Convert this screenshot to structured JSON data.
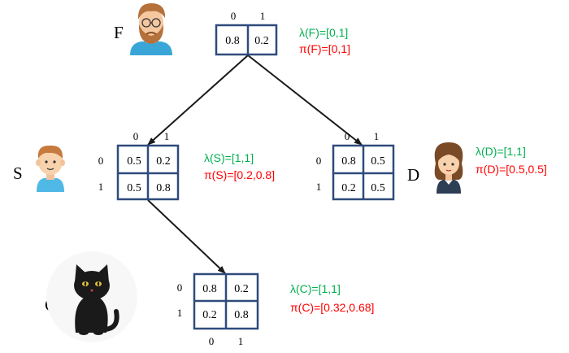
{
  "colors": {
    "matrix_border": "#2f4b7c",
    "lambda": "#00b050",
    "pi": "#ff0000",
    "arrow": "#1a1a1a"
  },
  "nodes": {
    "F": {
      "label": "F",
      "col_headers": [
        "0",
        "1"
      ],
      "cells": [
        [
          "0.8",
          "0.2"
        ]
      ],
      "lambda": "λ(F)=[0,1]",
      "pi": "π(F)=[0,1]",
      "icon": "man-beard-icon"
    },
    "S": {
      "label": "S",
      "col_headers": [
        "0",
        "1"
      ],
      "row_headers": [
        "0",
        "1"
      ],
      "cells": [
        [
          "0.5",
          "0.2"
        ],
        [
          "0.5",
          "0.8"
        ]
      ],
      "lambda": "λ(S)=[1,1]",
      "pi": "π(S)=[0.2,0.8]",
      "icon": "boy-icon"
    },
    "D": {
      "label": "D",
      "col_headers": [
        "0",
        "1"
      ],
      "row_headers": [
        "0",
        "1"
      ],
      "cells": [
        [
          "0.8",
          "0.5"
        ],
        [
          "0.2",
          "0.5"
        ]
      ],
      "lambda": "λ(D)=[1,1]",
      "pi": "π(D)=[0.5,0.5]",
      "icon": "girl-icon"
    },
    "C": {
      "label": "C",
      "col_headers": [
        "0",
        "1"
      ],
      "row_headers": [
        "0",
        "1"
      ],
      "cells": [
        [
          "0.8",
          "0.2"
        ],
        [
          "0.2",
          "0.8"
        ]
      ],
      "lambda": "λ(C)=[1,1]",
      "pi": "π(C)=[0.32,0.68]",
      "icon": "black-cat-icon"
    }
  },
  "edges": [
    {
      "from": "F",
      "to": "S"
    },
    {
      "from": "F",
      "to": "D"
    },
    {
      "from": "S",
      "to": "C"
    }
  ]
}
